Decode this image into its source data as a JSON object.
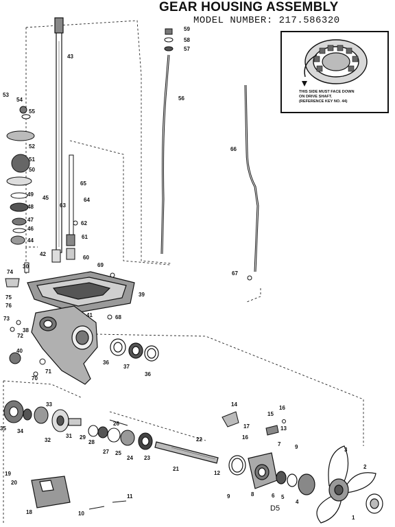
{
  "header": {
    "title": "GEAR HOUSING ASSEMBLY",
    "model": "MODEL NUMBER: 217.586320"
  },
  "inset": {
    "note_lines": [
      "THIS SIDE MUST FACE DOWN",
      "ON DRIVE SHAFT.",
      "(REFERENCE KEY NO. 44)"
    ]
  },
  "footer": {
    "code": "D5"
  },
  "part_labels": [
    "1",
    "2",
    "3",
    "4",
    "5",
    "6",
    "7",
    "8",
    "9",
    "9",
    "10",
    "11",
    "12",
    "13",
    "14",
    "15",
    "16",
    "16",
    "17",
    "18",
    "19",
    "20",
    "21",
    "22",
    "23",
    "24",
    "25",
    "26",
    "27",
    "28",
    "29",
    "30",
    "31",
    "32",
    "33",
    "34",
    "35",
    "36",
    "36",
    "37",
    "38",
    "39",
    "40",
    "41",
    "42",
    "43",
    "44",
    "45",
    "46",
    "47",
    "48",
    "49",
    "50",
    "51",
    "52",
    "53",
    "54",
    "55",
    "56",
    "57",
    "58",
    "59",
    "60",
    "61",
    "62",
    "63",
    "64",
    "65",
    "66",
    "67",
    "68",
    "69",
    "70",
    "71",
    "72",
    "73",
    "74",
    "75",
    "76"
  ]
}
